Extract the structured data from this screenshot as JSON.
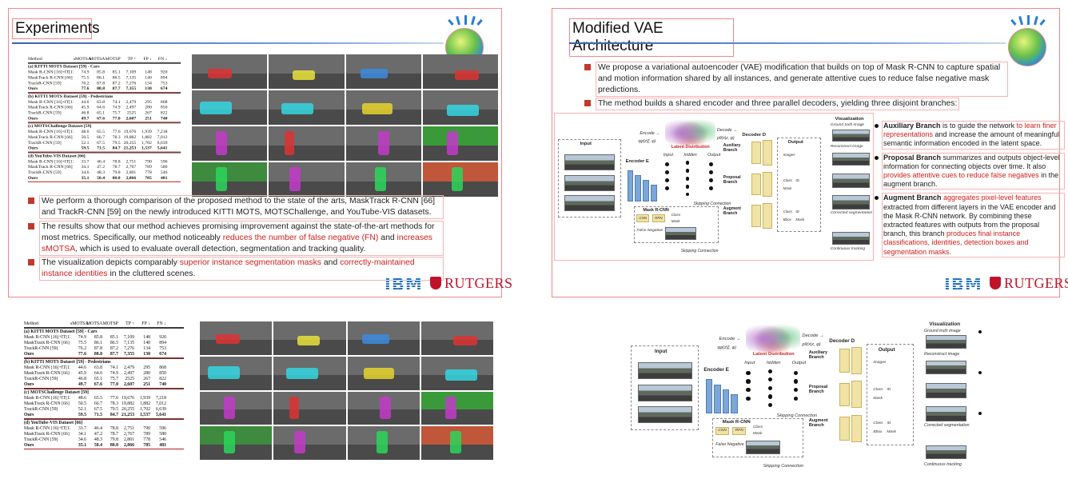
{
  "slide1": {
    "title": "Experiments",
    "table": {
      "header": [
        "Method",
        "sMOTSA",
        "MOTSA",
        "MOTSP",
        "TP ↑",
        "FP ↓",
        "FN ↓"
      ],
      "sections": [
        {
          "name": "(a) KITTI MOTS Dataset [59] - Cars",
          "rows": [
            [
              "Mask R-CNN [16]+IT[13]",
              "74.9",
              "85.8",
              "85.1",
              "7,109",
              "148",
              "920"
            ],
            [
              "MaskTrack R-CNN [66]",
              "75.5",
              "86.1",
              "86.5",
              "7,135",
              "140",
              "894"
            ],
            [
              "TrackR-CNN [59]",
              "76.2",
              "87.8",
              "87.2",
              "7,276",
              "134",
              "753"
            ],
            [
              "Ours",
              "77.6",
              "88.8",
              "87.7",
              "7,355",
              "130",
              "674"
            ]
          ]
        },
        {
          "name": "(b) KITTI MOTS Dataset [59] - Pedestrians",
          "rows": [
            [
              "Mask R-CNN [16]+IT[13]",
              "44.6",
              "63.8",
              "74.1",
              "2,479",
              "295",
              "868"
            ],
            [
              "MaskTrack R-CNN [66]",
              "45.9",
              "64.6",
              "74.9",
              "2,497",
              "280",
              "850"
            ],
            [
              "TrackR-CNN [59]",
              "46.8",
              "65.1",
              "75.7",
              "2525",
              "267",
              "822"
            ],
            [
              "Ours",
              "49.7",
              "67.6",
              "77.0",
              "2,607",
              "251",
              "740"
            ]
          ]
        },
        {
          "name": "(c) MOTSChallenge Dataset [59]",
          "rows": [
            [
              "Mask R-CNN [16]+IT[13]",
              "48.6",
              "65.5",
              "77.6",
              "19,676",
              "1,939",
              "7,218"
            ],
            [
              "MaskTrack R-CNN [66]",
              "50.5",
              "66.7",
              "78.3",
              "19,882",
              "1,882",
              "7,012"
            ],
            [
              "TrackR-CNN [59]",
              "52.1",
              "67.5",
              "79.5",
              "20,255",
              "1,702",
              "6,639"
            ],
            [
              "Ours",
              "59.5",
              "71.5",
              "84.7",
              "21,253",
              "1,537",
              "5,641"
            ]
          ]
        },
        {
          "name": "(d) YouTube-VIS Dataset [66]",
          "rows": [
            [
              "Mask R-CNN [16]+IT[13]",
              "33.7",
              "46.4",
              "78.8",
              "2,751",
              "790",
              "596"
            ],
            [
              "MaskTrack R-CNN [66]",
              "34.1",
              "47.2",
              "78.7",
              "2,767",
              "789",
              "580"
            ],
            [
              "TrackR-CNN [59]",
              "34.6",
              "48.3",
              "79.8",
              "2,801",
              "778",
              "546"
            ],
            [
              "Ours",
              "35.1",
              "50.4",
              "80.8",
              "2,866",
              "785",
              "481"
            ]
          ]
        }
      ]
    },
    "bullets": [
      {
        "parts": [
          {
            "t": "We perform a thorough comparison of the proposed method to the state of the arts, MaskTrack R-CNN [66] and TrackR-CNN [59] on the newly introduced KITTI MOTS, MOTSChallenge, and YouTube-VIS datasets.",
            "h": false
          }
        ]
      },
      {
        "parts": [
          {
            "t": "The results show that our method achieves promising improvement against the state-of-the-art methods for most metrics. Specifically, our method noticeably ",
            "h": false
          },
          {
            "t": "reduces the number of false negative (FN)",
            "h": true
          },
          {
            "t": " and ",
            "h": false
          },
          {
            "t": "increases sMOTSA",
            "h": true
          },
          {
            "t": ", which is used to evaluate overall detection, segmentation and tracking quality.",
            "h": false
          }
        ]
      },
      {
        "parts": [
          {
            "t": "The visualization depicts comparably ",
            "h": false
          },
          {
            "t": "superior instance segmentation masks",
            "h": true
          },
          {
            "t": " and ",
            "h": false
          },
          {
            "t": "correctly-maintained instance identities",
            "h": true
          },
          {
            "t": " in the cluttered scenes.",
            "h": false
          }
        ]
      }
    ],
    "logo_ibm": "IBM",
    "logo_rutgers": "RUTGERS"
  },
  "slide2": {
    "title": "Modified VAE Architecture",
    "bullets": [
      "We propose a variational autoencoder (VAE) modification that builds on top of Mask R-CNN to capture spatial and motion information shared by all instances, and generate attentive cues to reduce false negative mask predictions.",
      "The method builds a shared encoder and three parallel decoders, yielding three disjoint branches:"
    ],
    "branches": [
      {
        "name": "Auxiliary Branch",
        "parts": [
          {
            "t": " is to guide the network ",
            "h": false
          },
          {
            "t": "to learn finer representations",
            "h": true
          },
          {
            "t": " and increase the amount of meaningful semantic information encoded in the latent space.",
            "h": false
          }
        ]
      },
      {
        "name": "Proposal Branch",
        "parts": [
          {
            "t": " summarizes and outputs object-level information for connecting objects over time. It also ",
            "h": false
          },
          {
            "t": "provides attentive cues to reduce false negatives",
            "h": true
          },
          {
            "t": " in the augment branch.",
            "h": false
          }
        ]
      },
      {
        "name": "Augment Branch",
        "parts": [
          {
            "t": " ",
            "h": false
          },
          {
            "t": "aggregates pixel-level features",
            "h": true
          },
          {
            "t": " extracted from different layers in the VAE encoder and the Mask R-CNN network. By combining these extracted features with outputs from the proposal branch, this branch ",
            "h": false
          },
          {
            "t": "produces final instance classifications, identities, detection boxes and segmentation masks.",
            "h": true
          }
        ]
      }
    ],
    "logo_ibm": "IBM",
    "logo_rutgers": "RUTGERS"
  },
  "diagram": {
    "input": "Input",
    "encoder": "Encoder E",
    "encoder_sub": "φ",
    "encode": "Encode →",
    "encode_formula": "qφ(z|ξ, φ)",
    "decode": "Decode →",
    "decode_formula": "pθ(x|z, φ)",
    "latent": "Latent Distribution",
    "nn_input": "Input",
    "nn_hidden": "hidden",
    "nn_output": "Output",
    "decoder": "Decoder D",
    "decoder_sub": "θ",
    "aux": "Auxiliary Branch",
    "prop": "Proposal Branch",
    "aug": "Augment Branch",
    "maskrcnn": "Mask R-CNN",
    "cnn": "CNN",
    "rpn": "RPN",
    "class": "Class",
    "mask": "Mask",
    "box": "Bbox",
    "id": "ID",
    "images": "Images",
    "false_negative": "False Negative",
    "skipping": "Skipping Connection",
    "output": "Output",
    "visualization": "Visualization",
    "gt": "Ground truth image",
    "reconstruct": "Reconstruct image",
    "corrected": "Corrected segmentation",
    "tracking": "Continuous tracking"
  },
  "colors": {
    "accent_red": "#d0201d",
    "bullet_red": "#c0392b",
    "ibm_blue": "#1f70c1",
    "rutgers_red": "#c0132a"
  }
}
